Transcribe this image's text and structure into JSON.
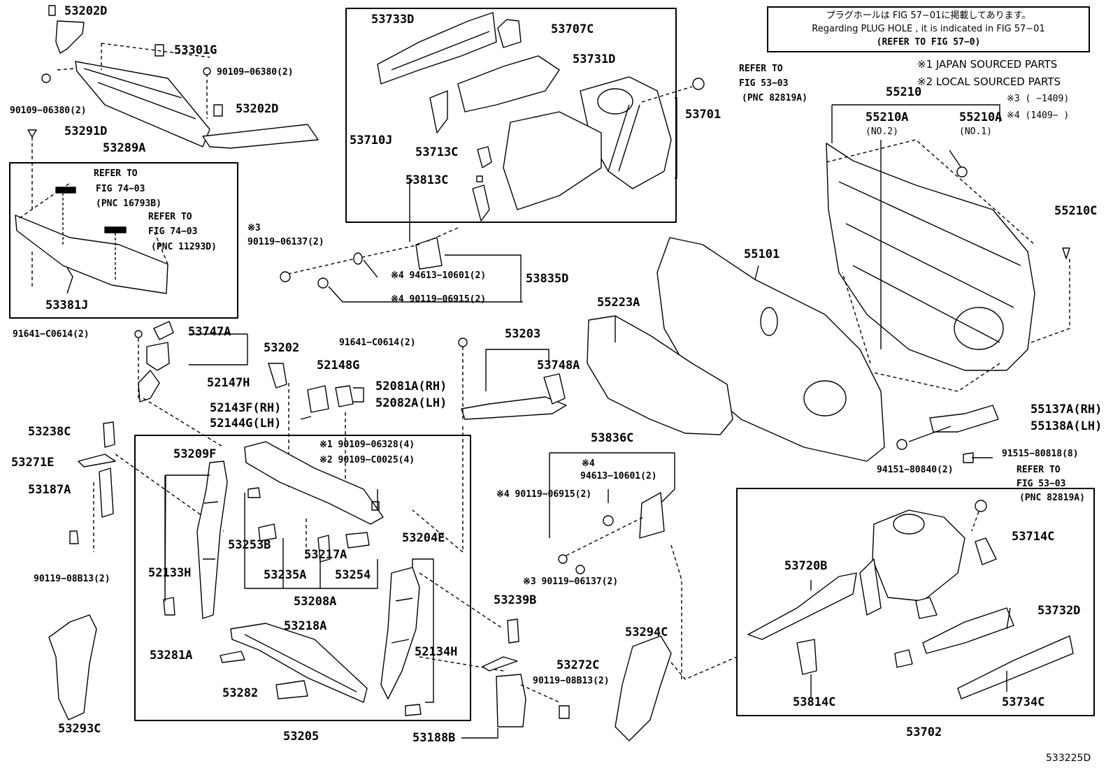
{
  "note": {
    "jp": "プラグホールは FIG 57−01に掲載してあります。",
    "en": "Regarding  PLUG HOLE , it is indicated in FIG 57−01",
    "ref": "(REFER TO FIG 57−0)"
  },
  "legend": {
    "l1": "※1 JAPAN SOURCED PARTS",
    "l2": "※2 LOCAL SOURCED PARTS",
    "l3": "※3 (        −1409)",
    "l4": "※4 (1409−       )"
  },
  "labels": {
    "p53202D_a": "53202D",
    "p53301G": "53301G",
    "p90109_06380_a": "90109−06380(2)",
    "p90109_06380_b": "90109−06380(2)",
    "p53202D_b": "53202D",
    "p53291D": "53291D",
    "p53289A": "53289A",
    "ref_a1": "REFER TO",
    "ref_a2": "FIG 74−03",
    "ref_a3": "(PNC 16793B)",
    "ref_b1": "REFER TO",
    "ref_b2": "FIG 74−03",
    "ref_b3": "(PNC 11293D)",
    "p53381J": "53381J",
    "p53733D": "53733D",
    "p53707C": "53707C",
    "p53731D": "53731D",
    "p53710J": "53710J",
    "p53713C": "53713C",
    "p53813C": "53813C",
    "p53701": "53701",
    "ref_c1": "REFER TO",
    "ref_c2": "FIG 53−03",
    "ref_c3": "(PNC 82819A)",
    "s3a": "※3",
    "p90119_06137_a": "90119−06137(2)",
    "p94613_a": "※4 94613−10601(2)",
    "p90119_06915_a": "※4 90119−06915(2)",
    "p53835D": "53835D",
    "p55210": "55210",
    "p55210A_2": "55210A",
    "no2": "(NO.2)",
    "p55210A_1": "55210A",
    "no1": "(NO.1)",
    "p55210C": "55210C",
    "p55101": "55101",
    "p55223A": "55223A",
    "p91641_a": "91641−C0614(2)",
    "p53747A": "53747A",
    "p53202": "53202",
    "p52148G": "52148G",
    "p52147H": "52147H",
    "p52081A": "52081A(RH)",
    "p52082A": "52082A(LH)",
    "p52143F": "52143F(RH)",
    "p52144G": "52144G(LH)",
    "p91641_b": "91641−C0614(2)",
    "p53203": "53203",
    "p53748A": "53748A",
    "p53238C": "53238C",
    "p53271E": "53271E",
    "p53187A": "53187A",
    "p90119_08B13_a": "90119−08B13(2)",
    "p53209F": "53209F",
    "p90109_06328": "※1 90109−06328(4)",
    "p90109_C0025": "※2 90109−C0025(4)",
    "p52133H": "52133H",
    "p53253B": "53253B",
    "p53217A": "53217A",
    "p53235A": "53235A",
    "p53254": "53254",
    "p53208A": "53208A",
    "p53204E": "53204E",
    "p53218A": "53218A",
    "p53281A": "53281A",
    "p53282": "53282",
    "p52134H": "52134H",
    "p53205": "53205",
    "p53293C": "53293C",
    "p53239B": "53239B",
    "p53272C": "53272C",
    "p90119_08B13_b": "90119−08B13(2)",
    "p53188B": "53188B",
    "p53836C": "53836C",
    "s4": "※4",
    "p94613_b": "94613−10601(2)",
    "p90119_06915_b": "※4 90119−06915(2)",
    "p90119_06137_b": "※3 90119−06137(2)",
    "p53294C": "53294C",
    "p55137A": "55137A(RH)",
    "p55138A": "55138A(LH)",
    "p91515": "91515−80818(8)",
    "p94151": "94151−80840(2)",
    "ref_d1": "REFER TO",
    "ref_d2": "FIG 53−03",
    "ref_d3": "(PNC 82819A)",
    "p53714C": "53714C",
    "p53720B": "53720B",
    "p53732D": "53732D",
    "p53814C": "53814C",
    "p53734C": "53734C",
    "p53702": "53702",
    "code": "533225D"
  }
}
